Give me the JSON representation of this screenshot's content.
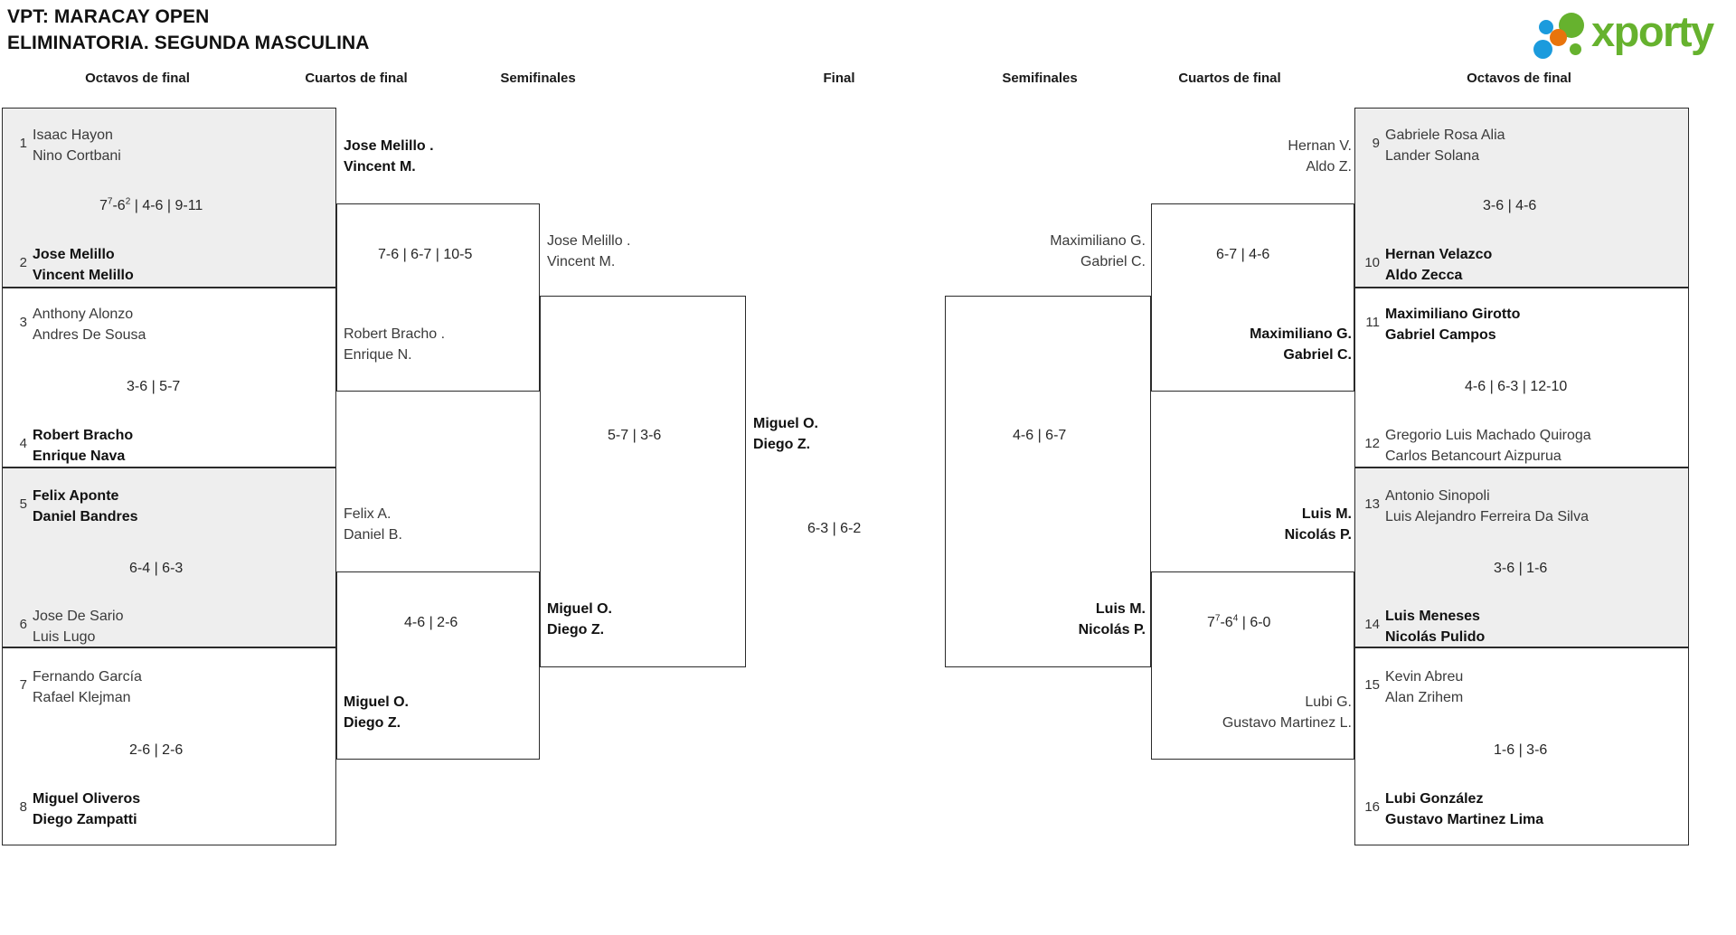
{
  "header": {
    "title_line1": "VPT: MARACAY OPEN",
    "title_line2": "ELIMINATORIA. SEGUNDA MASCULINA",
    "logo_text": "xporty",
    "logo_colors": {
      "green": "#66b22e",
      "blue": "#1b9bdd",
      "orange": "#e8740c"
    }
  },
  "round_headers": {
    "left_r16": "Octavos de final",
    "left_qf": "Cuartos de final",
    "left_sf": "Semifinales",
    "final": "Final",
    "right_sf": "Semifinales",
    "right_qf": "Cuartos de final",
    "right_r16": "Octavos de final"
  },
  "left": {
    "r16": [
      {
        "seed_top": "1",
        "top_p1": "Isaac Hayon",
        "top_p2": "Nino Cortbani",
        "top_winner": false,
        "score_plain": "7",
        "score_sup1": "7",
        "score_mid": "-6",
        "score_sup2": "2",
        "score_tail": " | 4-6 | 9-11",
        "seed_bot": "2",
        "bot_p1": "Jose Melillo",
        "bot_p2": "Vincent Melillo",
        "bot_winner": true
      },
      {
        "seed_top": "3",
        "top_p1": "Anthony Alonzo",
        "top_p2": "Andres De Sousa",
        "top_winner": false,
        "score": "3-6 | 5-7",
        "seed_bot": "4",
        "bot_p1": "Robert Bracho",
        "bot_p2": "Enrique Nava",
        "bot_winner": true
      },
      {
        "seed_top": "5",
        "top_p1": "Felix Aponte",
        "top_p2": "Daniel Bandres",
        "top_winner": true,
        "score": "6-4 | 6-3",
        "seed_bot": "6",
        "bot_p1": "Jose De Sario",
        "bot_p2": "Luis Lugo",
        "bot_winner": false
      },
      {
        "seed_top": "7",
        "top_p1": "Fernando García",
        "top_p2": "Rafael Klejman",
        "top_winner": false,
        "score": "2-6 | 2-6",
        "seed_bot": "8",
        "bot_p1": "Miguel Oliveros",
        "bot_p2": "Diego Zampatti",
        "bot_winner": true
      }
    ],
    "qf": [
      {
        "top_p1": "Jose Melillo .",
        "top_p2": "Vincent M.",
        "top_winner": true,
        "score": "7-6 | 6-7 | 10-5",
        "bot_p1": "Robert Bracho .",
        "bot_p2": "Enrique N.",
        "bot_winner": false
      },
      {
        "top_p1": "Felix A.",
        "top_p2": "Daniel B.",
        "top_winner": false,
        "score": "4-6 | 2-6",
        "bot_p1": "Miguel O.",
        "bot_p2": "Diego Z.",
        "bot_winner": true
      }
    ],
    "sf": {
      "top_p1": "Jose Melillo .",
      "top_p2": "Vincent M.",
      "top_winner": false,
      "score": "5-7 | 3-6",
      "bot_p1": "Miguel O.",
      "bot_p2": "Diego Z.",
      "bot_winner": true
    }
  },
  "final": {
    "left_p1": "Miguel O.",
    "left_p2": "Diego Z.",
    "left_winner": true,
    "score": "6-3 | 6-2",
    "right_p1": "Luis M.",
    "right_p2": "Nicolás P.",
    "right_winner": false
  },
  "right": {
    "sf": {
      "top_p1": "Maximiliano G.",
      "top_p2": "Gabriel C.",
      "top_winner": false,
      "score": "4-6 | 6-7",
      "bot_p1": "Luis M.",
      "bot_p2": "Nicolás P.",
      "bot_winner": true
    },
    "qf": [
      {
        "top_p1": "Hernan V.",
        "top_p2": "Aldo Z.",
        "top_winner": false,
        "score": "6-7 | 4-6",
        "bot_p1": "Maximiliano G.",
        "bot_p2": "Gabriel C.",
        "bot_winner": true
      },
      {
        "top_p1": "Luis M.",
        "top_p2": "Nicolás P.",
        "top_winner": true,
        "score_plain": "7",
        "score_sup1": "7",
        "score_mid": "-6",
        "score_sup2": "4",
        "score_tail": " | 6-0",
        "bot_p1": "Lubi G.",
        "bot_p2": "Gustavo Martinez L.",
        "bot_winner": false
      }
    ],
    "r16": [
      {
        "seed_top": "9",
        "top_p1": "Gabriele Rosa Alia",
        "top_p2": "Lander Solana",
        "top_winner": false,
        "score": "3-6 | 4-6",
        "seed_bot": "10",
        "bot_p1": "Hernan Velazco",
        "bot_p2": "Aldo Zecca",
        "bot_winner": true
      },
      {
        "seed_top": "11",
        "top_p1": "Maximiliano Girotto",
        "top_p2": "Gabriel Campos",
        "top_winner": true,
        "score": "4-6 | 6-3 | 12-10",
        "seed_bot": "12",
        "bot_p1": "Gregorio Luis Machado Quiroga",
        "bot_p2": "Carlos Betancourt Aizpurua",
        "bot_winner": false
      },
      {
        "seed_top": "13",
        "top_p1": "Antonio Sinopoli",
        "top_p2": "Luis Alejandro Ferreira Da Silva",
        "top_winner": false,
        "score": "3-6 | 1-6",
        "seed_bot": "14",
        "bot_p1": "Luis Meneses",
        "bot_p2": "Nicolás Pulido",
        "bot_winner": true
      },
      {
        "seed_top": "15",
        "top_p1": "Kevin Abreu",
        "top_p2": "Alan Zrihem",
        "top_winner": false,
        "score": "1-6 | 3-6",
        "seed_bot": "16",
        "bot_p1": "Lubi González",
        "bot_p2": "Gustavo Martinez Lima",
        "bot_winner": true
      }
    ]
  }
}
